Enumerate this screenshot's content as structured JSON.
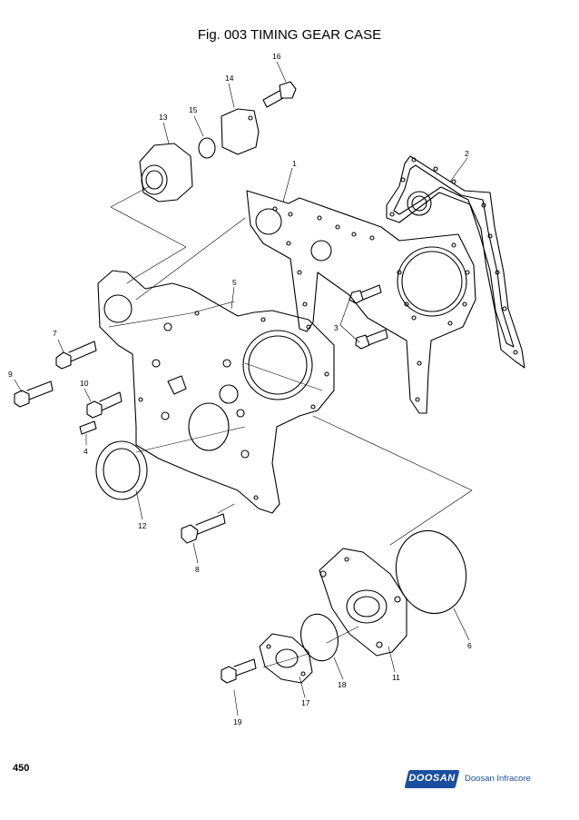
{
  "figure": {
    "title": "Fig. 003 TIMING GEAR CASE"
  },
  "callouts": [
    "1",
    "2",
    "3",
    "4",
    "5",
    "6",
    "7",
    "8",
    "9",
    "10",
    "11",
    "12",
    "13",
    "14",
    "15",
    "16",
    "17",
    "18",
    "19"
  ],
  "page": {
    "number": "450"
  },
  "brand": {
    "logo_text": "DOOSAN",
    "company": "Doosan Infracore",
    "color": "#1a4fa0"
  }
}
